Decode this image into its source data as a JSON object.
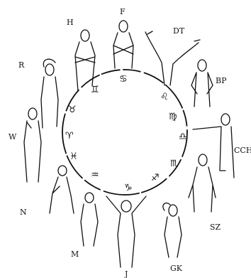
{
  "figures": [
    {
      "id": "F",
      "label": "F"
    },
    {
      "id": "DT",
      "label": "DT"
    },
    {
      "id": "BP",
      "label": "BP"
    },
    {
      "id": "CCH",
      "label": "CCH"
    },
    {
      "id": "SZ",
      "label": "SZ"
    },
    {
      "id": "GK",
      "label": "GK"
    },
    {
      "id": "J",
      "label": "J"
    },
    {
      "id": "M",
      "label": "M"
    },
    {
      "id": "N",
      "label": "N"
    },
    {
      "id": "W",
      "label": "W"
    },
    {
      "id": "R",
      "label": "R"
    },
    {
      "id": "H",
      "label": "H"
    }
  ],
  "zodiac": {
    "aquarius": "♒",
    "capricorn": "♑",
    "sagittarius": "♐",
    "scorpio": "♏",
    "libra": "♎",
    "virgo": "♍",
    "leo": "♌",
    "cancer": "♋",
    "gemini": "♊",
    "taurus": "♉",
    "aries": "♈",
    "pisces": "♓"
  }
}
